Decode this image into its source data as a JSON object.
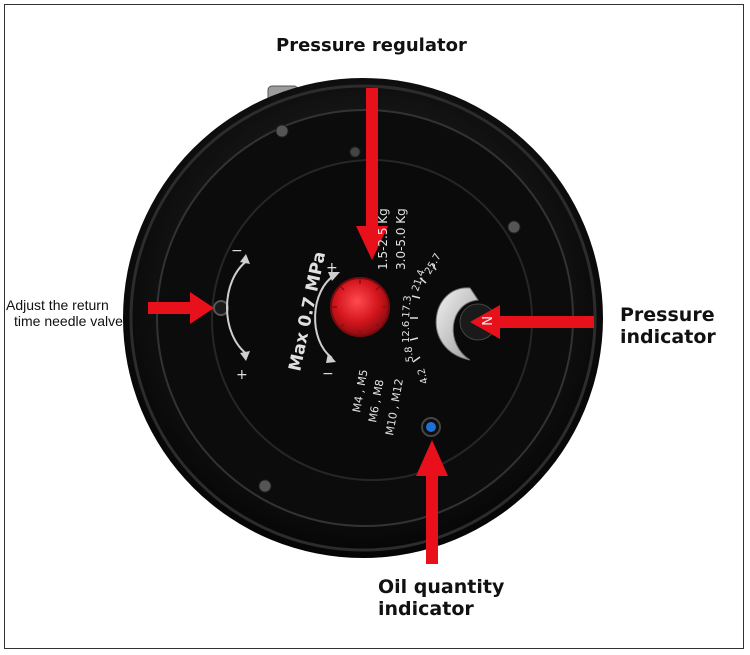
{
  "labels": {
    "pressure_regulator": "Pressure regulator",
    "pressure_indicator_line1": "Pressure",
    "pressure_indicator_line2": "indicator",
    "oil_quantity_line1": "Oil quantity",
    "oil_quantity_line2": "indicator",
    "return_time_line1": "Adjust the return",
    "return_time_line2": "time needle valve"
  },
  "dial": {
    "max_pressure": "Max 0.7 MPa",
    "range_a": "1.5-2.5 Kg",
    "range_b": "3.0-5.0 Kg",
    "plus": "+",
    "minus": "−",
    "scale": [
      "4.2",
      "5.8",
      "12.6",
      "17.3",
      "21.4",
      "25.7"
    ],
    "screw_sizes_1": "M4 , M5",
    "screw_sizes_2": "M6 , M8",
    "screw_sizes_3": "M10 , M12",
    "indicator_mark": "N"
  },
  "colors": {
    "arrow": "#e8101a",
    "knob": "#d4161d",
    "body": "#111111",
    "oil_dot": "#1e6fd6"
  }
}
